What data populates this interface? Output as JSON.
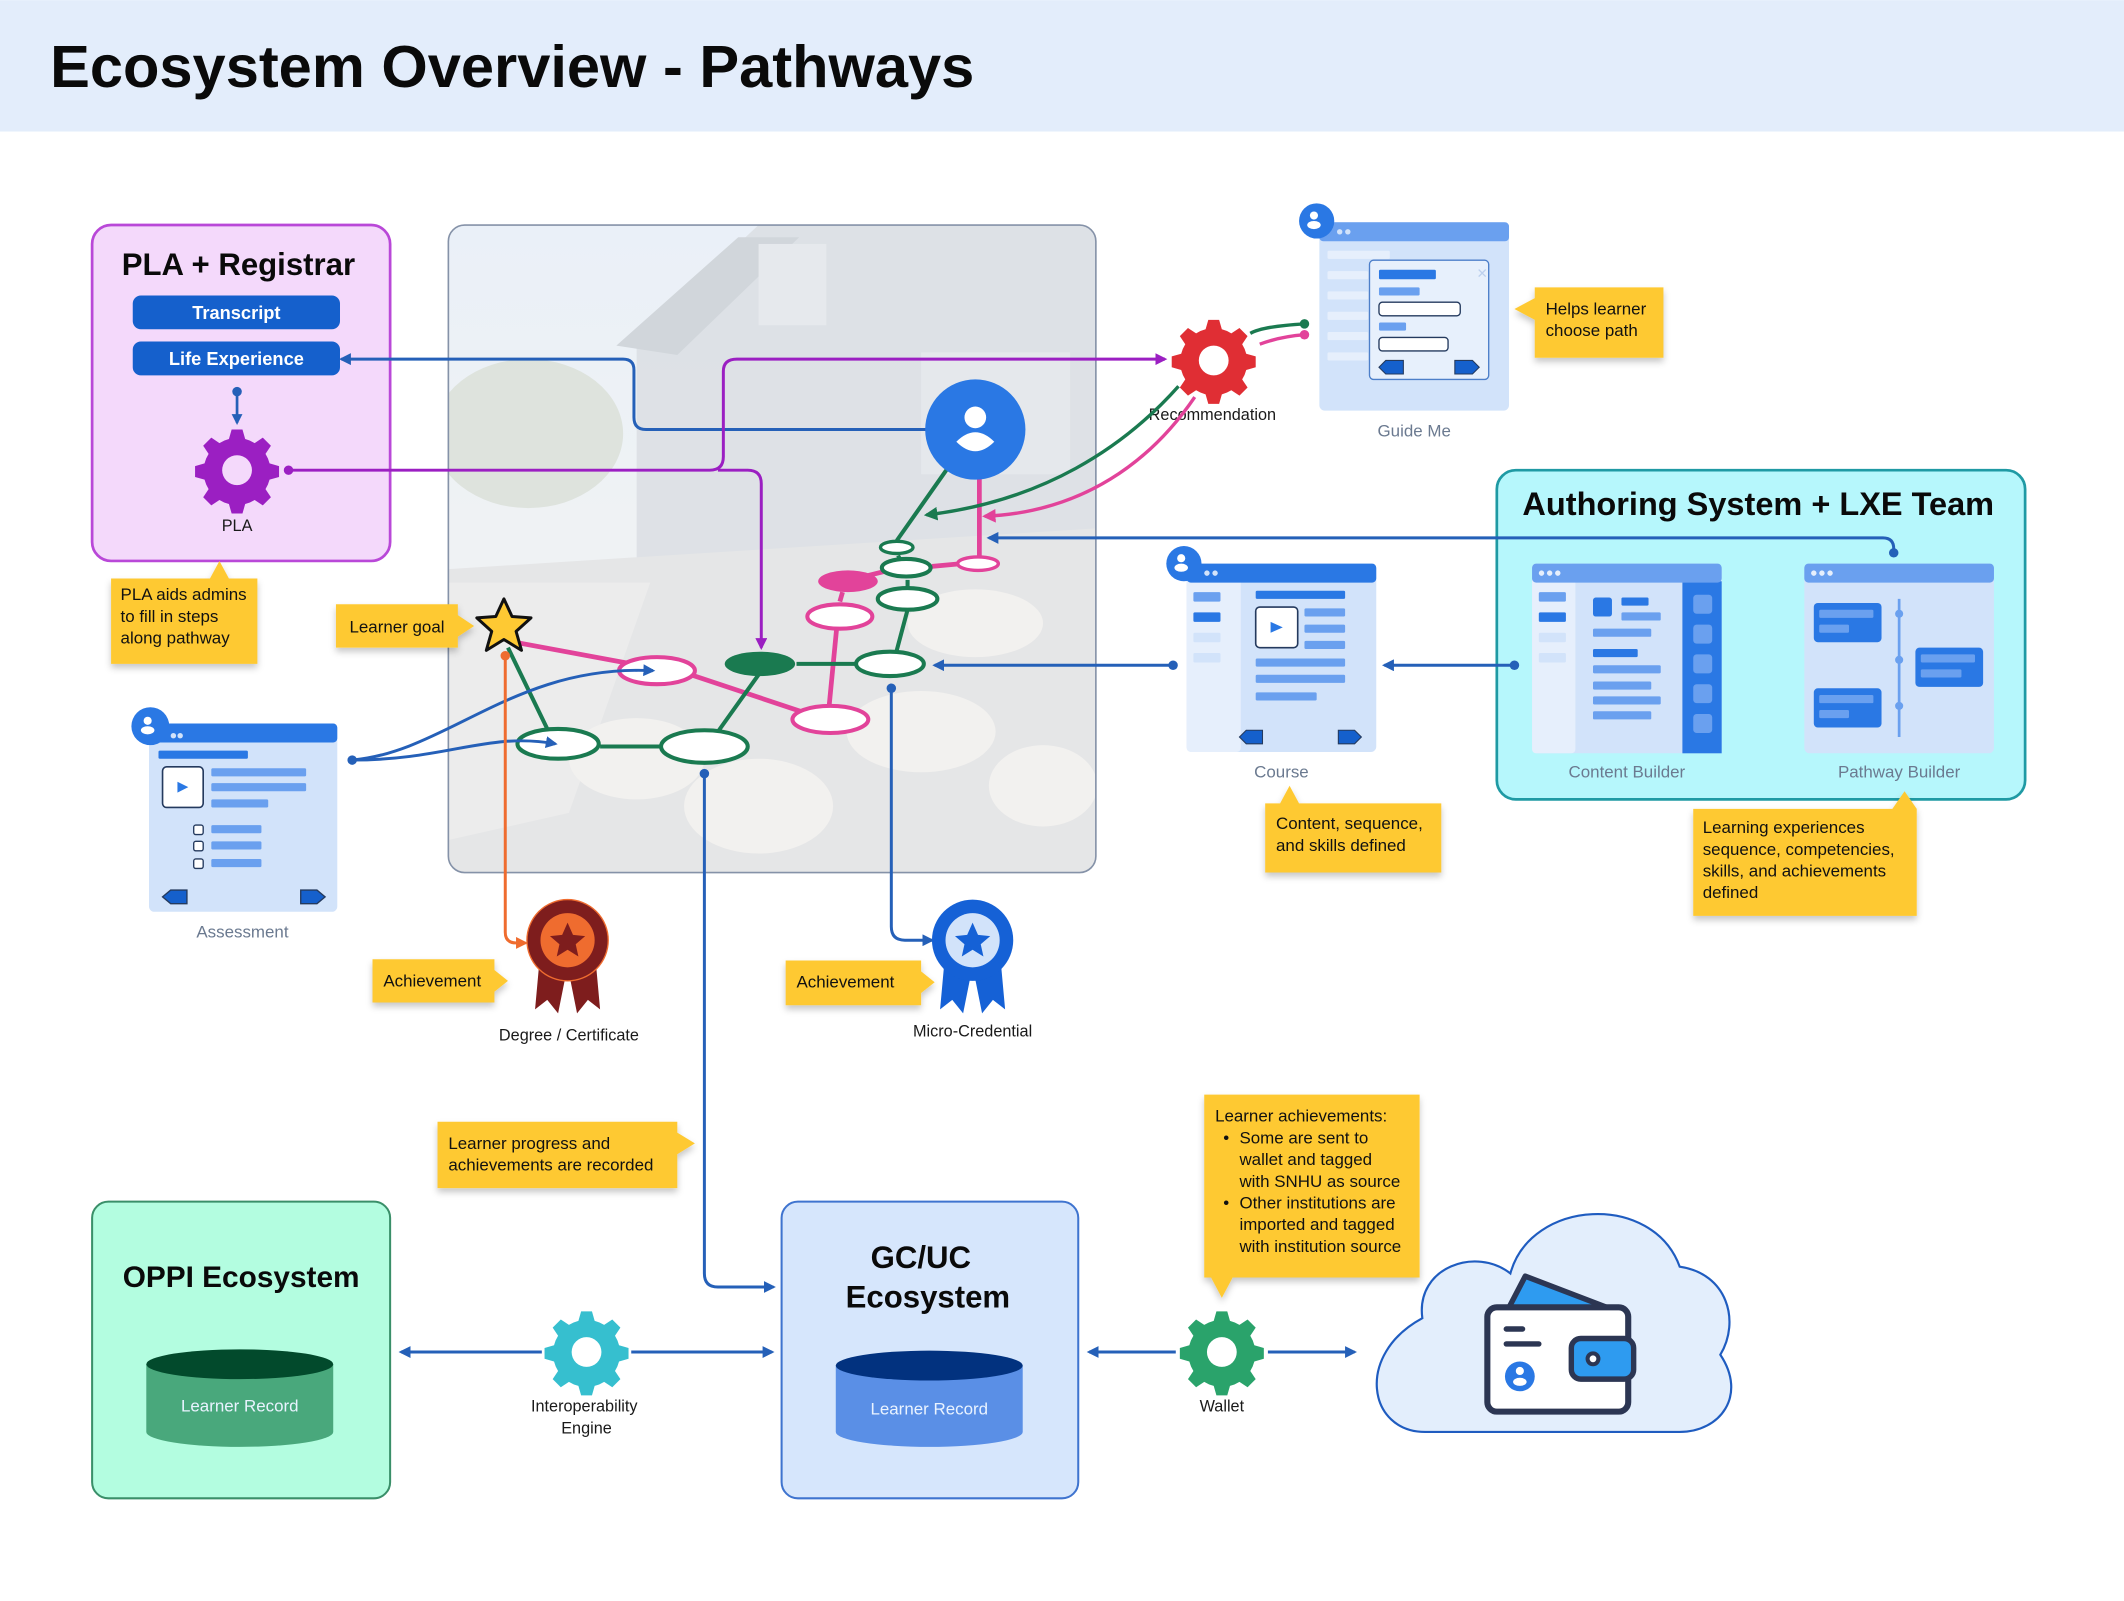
{
  "header": {
    "title": "Ecosystem Overview - Pathways",
    "band_color": "#e3edfb"
  },
  "colors": {
    "blue_line": "#2560b8",
    "purple": "#9b1fc2",
    "pink": "#e2439a",
    "green": "#1a7a50",
    "orange": "#ef6c2f",
    "note_yellow": "#fec933",
    "user_blue": "#2a78e4"
  },
  "pla_registrar": {
    "title": "PLA + Registrar",
    "buttons": [
      "Transcript",
      "Life Experience"
    ],
    "engine_label": "PLA",
    "note": [
      "PLA aids admins",
      "to fill in steps",
      "along pathway"
    ]
  },
  "pathway_map": {
    "learner_goal_note": "Learner goal"
  },
  "assessment": {
    "label": "Assessment"
  },
  "recommendation": {
    "label": "Recommendation"
  },
  "guide_me": {
    "label": "Guide Me",
    "note": [
      "Helps learner",
      "choose path"
    ]
  },
  "course": {
    "label": "Course",
    "note": [
      "Content, sequence,",
      "and skills defined"
    ]
  },
  "authoring": {
    "title": "Authoring System + LXE Team",
    "apps": [
      "Content Builder",
      "Pathway Builder"
    ],
    "note": [
      "Learning experiences",
      "sequence, competencies,",
      "skills, and achievements",
      "defined"
    ]
  },
  "achievements": {
    "degree": {
      "note": "Achievement",
      "label": "Degree / Certificate"
    },
    "micro": {
      "note": "Achievement",
      "label": "Micro-Credential"
    }
  },
  "progress_note": [
    "Learner progress and",
    "achievements are recorded"
  ],
  "oppi": {
    "title": "OPPI Ecosystem",
    "db_label": "Learner Record"
  },
  "interop": {
    "label_lines": [
      "Interoperability",
      "Engine"
    ]
  },
  "gcuc": {
    "title_lines": [
      "GC/UC",
      "Ecosystem"
    ],
    "db_label": "Learner Record"
  },
  "wallet": {
    "label": "Wallet",
    "note_heading": "Learner achievements:",
    "note_bullets": [
      [
        "Some are sent to",
        "wallet and tagged",
        "with SNHU as source"
      ],
      [
        "Other institutions are",
        "imported and tagged",
        "with institution source"
      ]
    ]
  }
}
